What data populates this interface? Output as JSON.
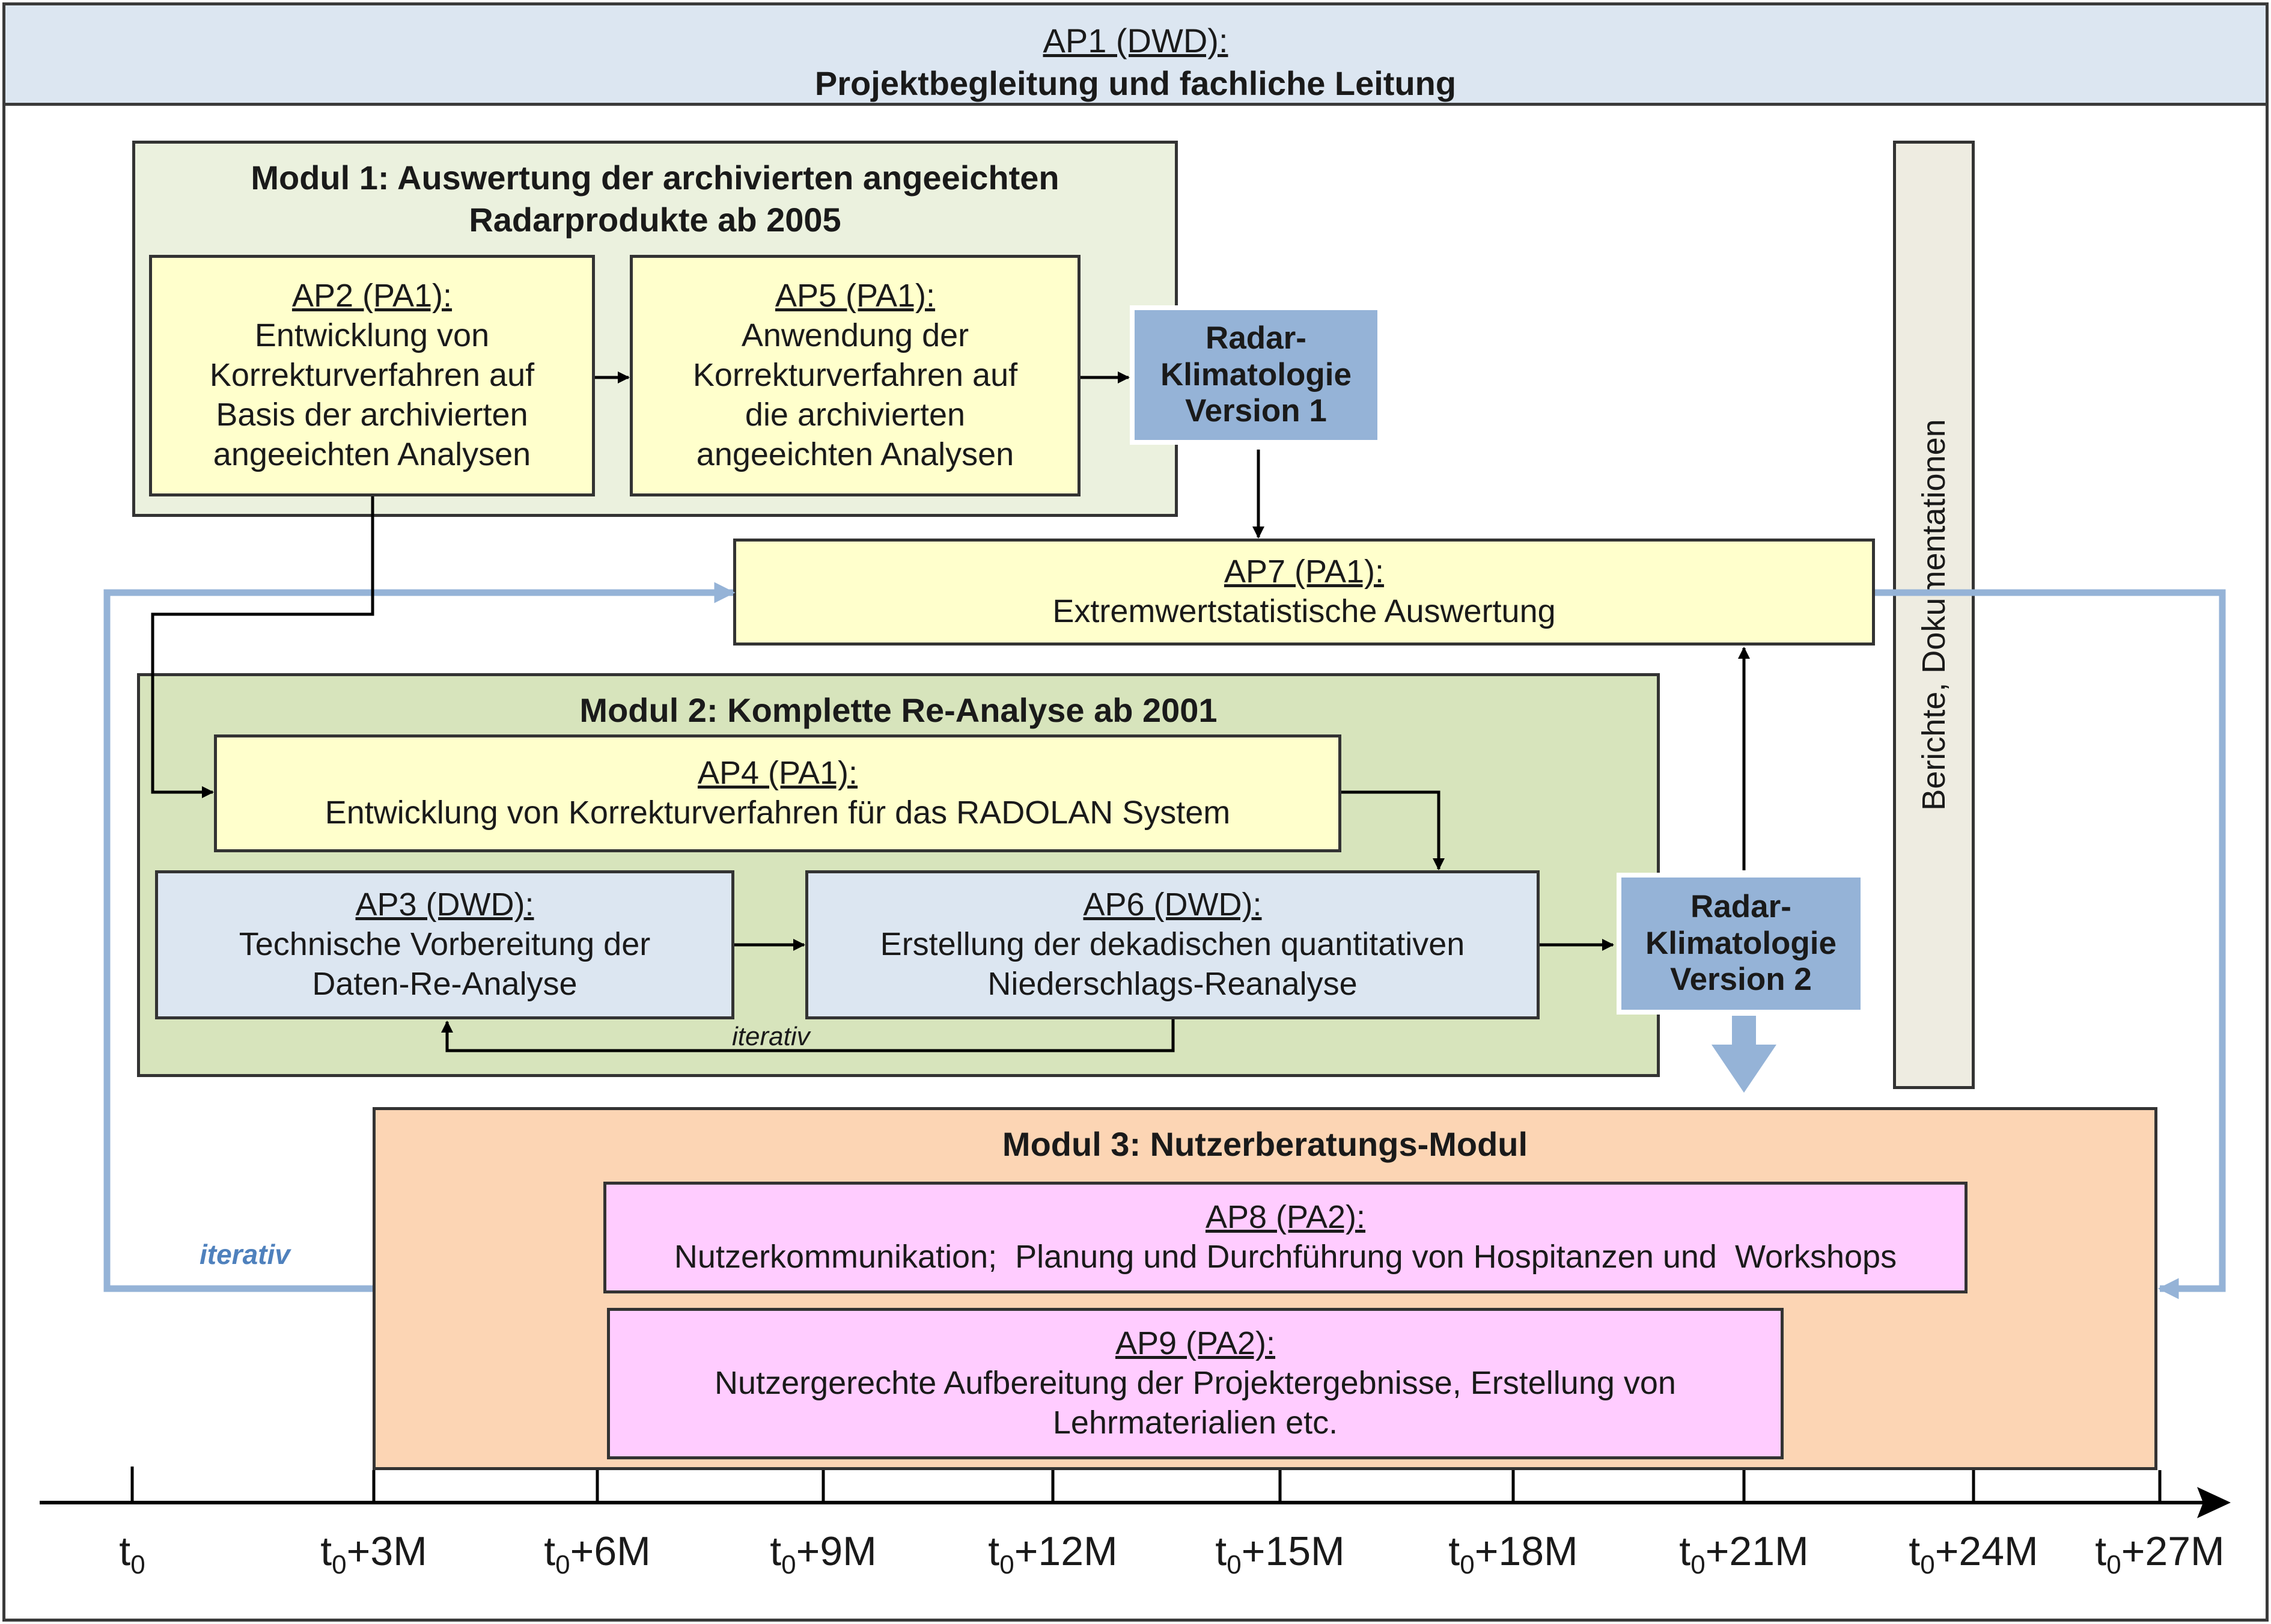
{
  "header": {
    "line1": "AP1 (DWD):",
    "line2": "Projektbegleitung und fachliche Leitung"
  },
  "modul1": {
    "title_line1": "Modul 1: Auswertung der archivierten angeeichten",
    "title_line2": "Radarprodukte ab 2005",
    "ap2": {
      "title": "AP2 (PA1):",
      "lines": [
        "Entwicklung von",
        "Korrekturverfahren auf",
        "Basis der archivierten",
        "angeeichten Analysen"
      ]
    },
    "ap5": {
      "title": "AP5 (PA1):",
      "lines": [
        "Anwendung der",
        "Korrekturverfahren auf",
        "die archivierten",
        "angeeichten Analysen"
      ]
    }
  },
  "klima1": {
    "lines": [
      "Radar-",
      "Klimatologie",
      "Version 1"
    ]
  },
  "ap7": {
    "title": "AP7 (PA1):",
    "text": "Extremwertstatistische Auswertung"
  },
  "modul2": {
    "title": "Modul 2: Komplette Re-Analyse ab 2001",
    "ap4": {
      "title": "AP4 (PA1):",
      "text": "Entwicklung von Korrekturverfahren für das RADOLAN System"
    },
    "ap3": {
      "title": "AP3 (DWD):",
      "lines": [
        "Technische Vorbereitung der",
        "Daten-Re-Analyse"
      ]
    },
    "ap6": {
      "title": "AP6 (DWD):",
      "lines": [
        "Erstellung der dekadischen quantitativen",
        "Niederschlags-Reanalyse"
      ]
    },
    "iterativ": "iterativ"
  },
  "klima2": {
    "lines": [
      "Radar-",
      "Klimatologie",
      "Version 2"
    ]
  },
  "side_label": "Berichte, Dokumentationen",
  "modul3": {
    "title": "Modul 3: Nutzerberatungs-Modul",
    "ap8": {
      "title": "AP8 (PA2):",
      "text": "Nutzerkommunikation;  Planung und Durchführung von Hospitanzen und  Workshops"
    },
    "ap9": {
      "title": "AP9 (PA2):",
      "lines": [
        "Nutzergerechte Aufbereitung der Projektergebnisse, Erstellung von",
        "Lehrmaterialien etc."
      ]
    }
  },
  "loop_label": "iterativ",
  "timeline": {
    "ticks": [
      {
        "base": "t",
        "sub": "0",
        "suffix": ""
      },
      {
        "base": "t",
        "sub": "0",
        "suffix": "+3M"
      },
      {
        "base": "t",
        "sub": "0",
        "suffix": "+6M"
      },
      {
        "base": "t",
        "sub": "0",
        "suffix": "+9M"
      },
      {
        "base": "t",
        "sub": "0",
        "suffix": "+12M"
      },
      {
        "base": "t",
        "sub": "0",
        "suffix": "+15M"
      },
      {
        "base": "t",
        "sub": "0",
        "suffix": "+18M"
      },
      {
        "base": "t",
        "sub": "0",
        "suffix": "+21M"
      },
      {
        "base": "t",
        "sub": "0",
        "suffix": "+24M"
      },
      {
        "base": "t",
        "sub": "0",
        "suffix": "+27M"
      }
    ]
  },
  "colors": {
    "header_bg": "#dce6f1",
    "modul1_bg": "#ebf1de",
    "modul2_bg": "#d7e4bc",
    "modul3_bg": "#fcd5b4",
    "ap_yellow": "#ffffcc",
    "ap_blue": "#dce6f1",
    "ap_pink": "#ffccff",
    "klima": "#95b3d7",
    "side_bg": "#eeece1",
    "loop_blue": "#95b3d7"
  }
}
